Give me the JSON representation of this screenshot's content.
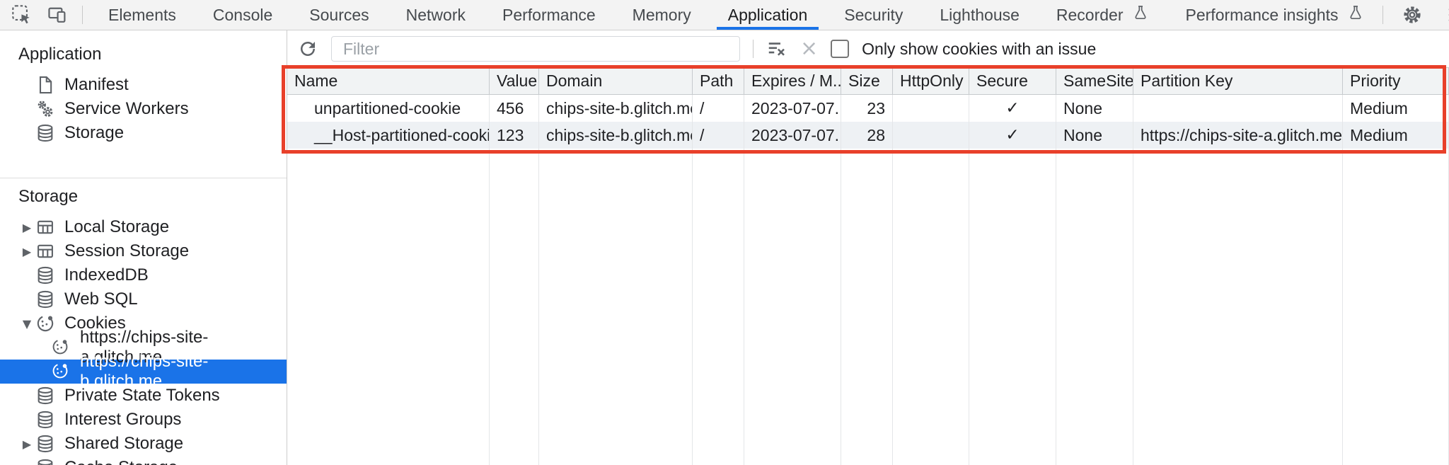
{
  "tabbar": {
    "tabs": [
      "Elements",
      "Console",
      "Sources",
      "Network",
      "Performance",
      "Memory",
      "Application",
      "Security",
      "Lighthouse",
      "Recorder",
      "Performance insights"
    ],
    "active_tab": "Application"
  },
  "sidebar": {
    "sections": [
      {
        "title": "Application",
        "items": [
          "Manifest",
          "Service Workers",
          "Storage"
        ]
      },
      {
        "title": "Storage",
        "items": [
          "Local Storage",
          "Session Storage",
          "IndexedDB",
          "Web SQL",
          "Cookies",
          "https://chips-site-a.glitch.me",
          "https://chips-site-b.glitch.me",
          "Private State Tokens",
          "Interest Groups",
          "Shared Storage",
          "Cache Storage"
        ],
        "selected_item": "https://chips-site-b.glitch.me"
      }
    ]
  },
  "filter_bar": {
    "placeholder": "Filter",
    "checkbox_label": "Only show cookies with an issue",
    "checkbox_checked": false
  },
  "cookie_table": {
    "columns": [
      "Name",
      "Value",
      "Domain",
      "Path",
      "Expires / M...",
      "Size",
      "HttpOnly",
      "Secure",
      "SameSite",
      "Partition Key",
      "Priority"
    ],
    "rows": [
      {
        "name": "unpartitioned-cookie",
        "value": "456",
        "domain": "chips-site-b.glitch.me",
        "path": "/",
        "expires": "2023-07-07...",
        "size": "23",
        "http_only": "",
        "secure": "✓",
        "same_site": "None",
        "partition_key": "",
        "priority": "Medium"
      },
      {
        "name": "__Host-partitioned-cookie",
        "value": "123",
        "domain": "chips-site-b.glitch.me",
        "path": "/",
        "expires": "2023-07-07...",
        "size": "28",
        "http_only": "",
        "secure": "✓",
        "same_site": "None",
        "partition_key": "https://chips-site-a.glitch.me",
        "priority": "Medium"
      }
    ]
  },
  "colors": {
    "accent": "#1a73e8",
    "annotation": "#e8402a",
    "selected_bg": "#1a73e8"
  }
}
